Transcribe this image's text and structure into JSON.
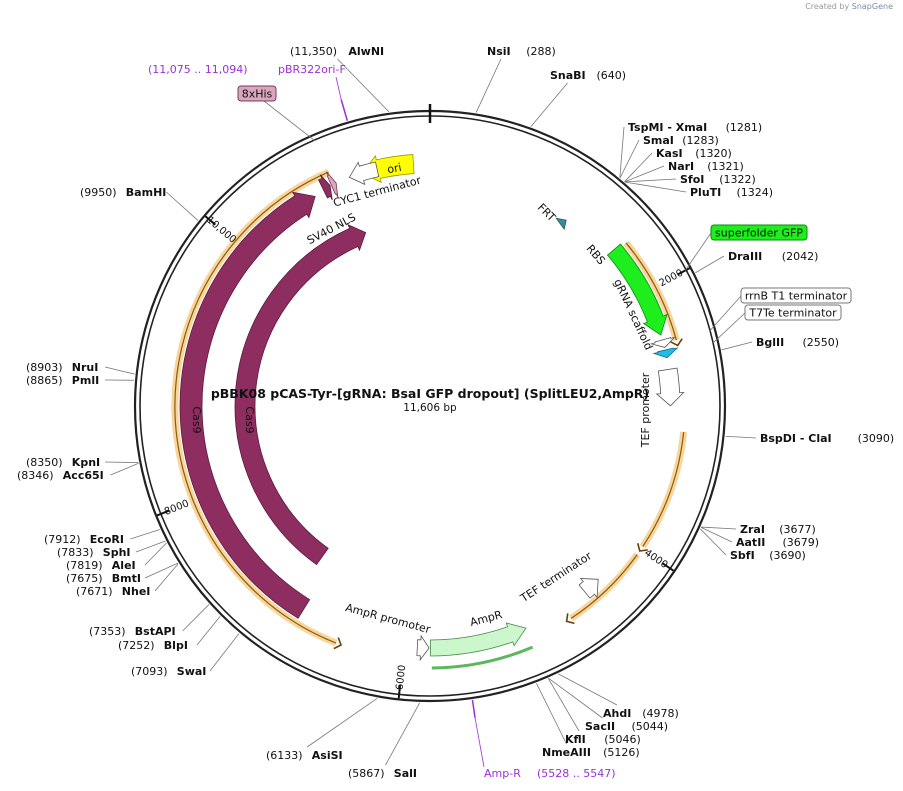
{
  "credit": {
    "prefix": "Created by",
    "brand": "SnapGene"
  },
  "plasmid": {
    "name": "pBBK08 pCAS-Tyr-[gRNA: BsaI GFP dropout] (SplitLEU2,AmpR)",
    "size_label": "11,606 bp",
    "total_bp": 11606
  },
  "ticks": [
    "2000",
    "4000",
    "6000",
    "8000",
    "10,000"
  ],
  "sites": [
    {
      "name": "AlwNI",
      "pos": "(11,350)"
    },
    {
      "name": "NsiI",
      "pos": "(288)"
    },
    {
      "name": "SnaBI",
      "pos": "(640)"
    },
    {
      "name": "TspMI - XmaI",
      "pos": "(1281)"
    },
    {
      "name": "SmaI",
      "pos": "(1283)"
    },
    {
      "name": "KasI",
      "pos": "(1320)"
    },
    {
      "name": "NarI",
      "pos": "(1321)"
    },
    {
      "name": "SfoI",
      "pos": "(1322)"
    },
    {
      "name": "PluTI",
      "pos": "(1324)"
    },
    {
      "name": "DraIII",
      "pos": "(2042)"
    },
    {
      "name": "BglII",
      "pos": "(2550)"
    },
    {
      "name": "BspDI - ClaI",
      "pos": "(3090)"
    },
    {
      "name": "ZraI",
      "pos": "(3677)"
    },
    {
      "name": "AatII",
      "pos": "(3679)"
    },
    {
      "name": "SbfI",
      "pos": "(3690)"
    },
    {
      "name": "AhdI",
      "pos": "(4978)"
    },
    {
      "name": "SacII",
      "pos": "(5044)"
    },
    {
      "name": "KflI",
      "pos": "(5046)"
    },
    {
      "name": "NmeAIII",
      "pos": "(5126)"
    },
    {
      "name": "SalI",
      "pos": "(5867)"
    },
    {
      "name": "AsiSI",
      "pos": "(6133)"
    },
    {
      "name": "SwaI",
      "pos": "(7093)"
    },
    {
      "name": "BlpI",
      "pos": "(7252)"
    },
    {
      "name": "BstAPI",
      "pos": "(7353)"
    },
    {
      "name": "NheI",
      "pos": "(7671)"
    },
    {
      "name": "BmtI",
      "pos": "(7675)"
    },
    {
      "name": "AleI",
      "pos": "(7819)"
    },
    {
      "name": "SphI",
      "pos": "(7833)"
    },
    {
      "name": "EcoRI",
      "pos": "(7912)"
    },
    {
      "name": "Acc65I",
      "pos": "(8346)"
    },
    {
      "name": "KpnI",
      "pos": "(8350)"
    },
    {
      "name": "PmlI",
      "pos": "(8865)"
    },
    {
      "name": "NruI",
      "pos": "(8903)"
    },
    {
      "name": "BamHI",
      "pos": "(9950)"
    }
  ],
  "primers": [
    {
      "name": "pBR322ori-F",
      "range": "(11,075 .. 11,094)"
    },
    {
      "name": "Amp-R",
      "range": "(5528 .. 5547)"
    }
  ],
  "features": {
    "ori": "ori",
    "cyc1": "CYC1 terminator",
    "sv40": "SV40 NLS",
    "his": "8xHis",
    "frt": "FRT",
    "sfgfp": "superfolder GFP",
    "rbs": "RBS",
    "grna": "gRNA scaffold",
    "rrnb": "rrnB T1 terminator",
    "t7te": "T7Te terminator",
    "tefp": "TEF promoter",
    "teft": "TEF terminator",
    "ampr": "AmpR",
    "amprp": "AmpR promoter",
    "cas9a": "Cas9",
    "cas9b": "Cas9"
  },
  "colors": {
    "backbone": "#222222",
    "cas9": "#8e2e60",
    "ori": "#ffff00",
    "sfgfp": "#1eee1e",
    "ampr": "#ccf7cc",
    "frt": "#3c8aa0",
    "t7te": "#22bde6",
    "his": "#d9a6bd",
    "orf": "#f2b347",
    "primer": "#9b30d9"
  }
}
